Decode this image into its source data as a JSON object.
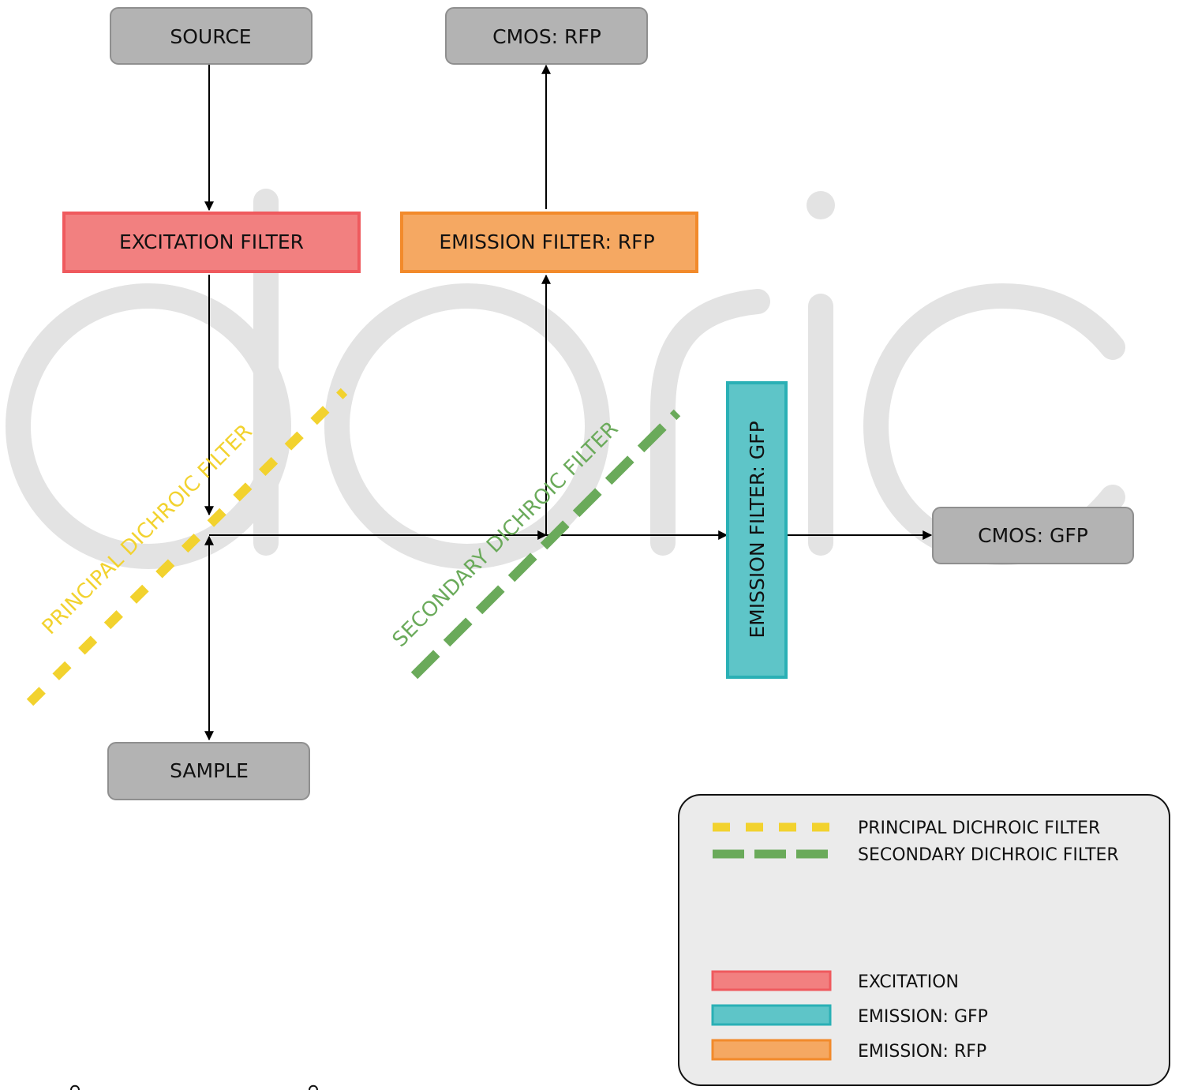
{
  "nodes": {
    "source": "SOURCE",
    "cmos_rfp": "CMOS: RFP",
    "excitation_filter": "EXCITATION FILTER",
    "emission_filter_rfp": "EMISSION FILTER: RFP",
    "emission_filter_gfp": "EMISSION FILTER: GFP",
    "cmos_gfp": "CMOS: GFP",
    "sample": "SAMPLE"
  },
  "dichroics": {
    "principal": "PRINCIPAL DICHROIC FILTER",
    "secondary": "SECONDARY DICHROIC FILTER"
  },
  "legend": {
    "principal_dichroic": "PRINCIPAL DICHROIC FILTER",
    "secondary_dichroic": "SECONDARY DICHROIC FILTER",
    "excitation": "EXCITATION",
    "emission_gfp": "EMISSION: GFP",
    "emission_rfp": "EMISSION: RFP"
  },
  "colors": {
    "gray_box": "#b3b3b3",
    "gray_border": "#8f8f8f",
    "excitation_fill": "#f28080",
    "excitation_border": "#ef5a5e",
    "rfp_fill": "#f5a862",
    "rfp_border": "#f28a2b",
    "gfp_fill": "#5ec5c8",
    "gfp_border": "#2ab0b5",
    "principal_dichroic": "#f2d22e",
    "secondary_dichroic": "#6aaa5a",
    "legend_bg": "#ebebeb",
    "watermark": "#e3e3e3"
  }
}
